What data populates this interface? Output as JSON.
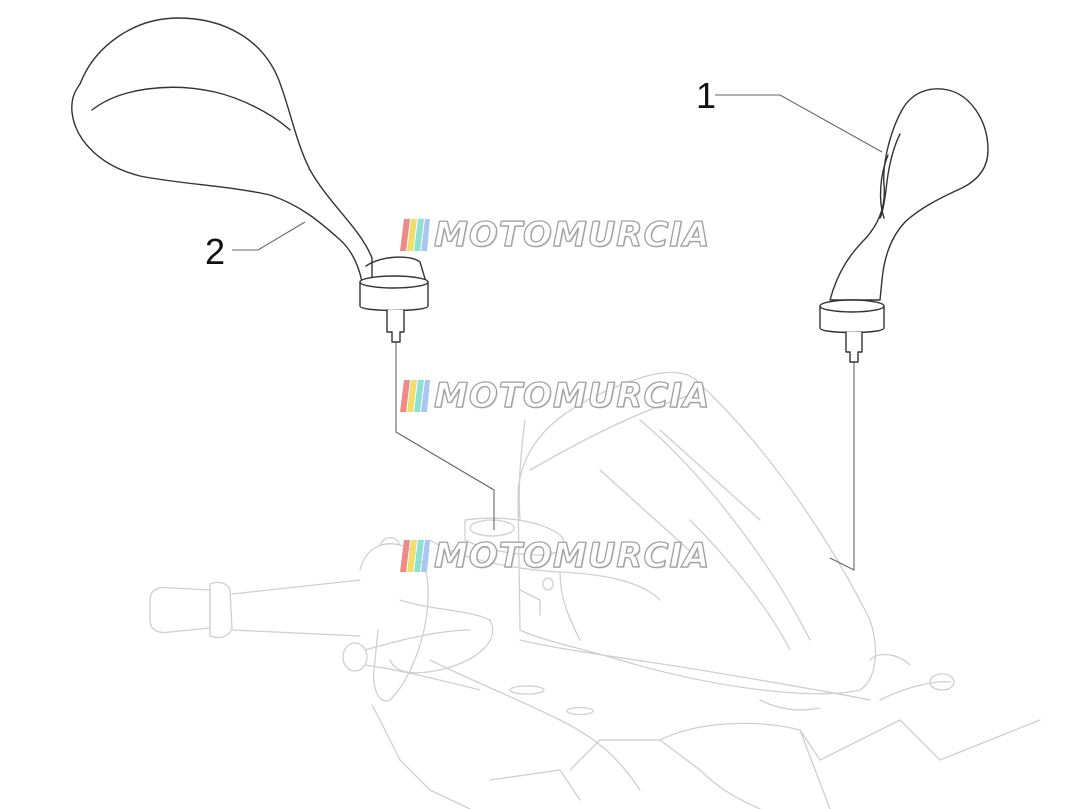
{
  "callouts": {
    "part_1": "1",
    "part_2": "2"
  },
  "watermark": {
    "text": "MOTOMURCIA",
    "stripe_colors": [
      "#f08a8a",
      "#f2dc6a",
      "#8ee0d0",
      "#a7c6f2"
    ]
  },
  "colors": {
    "part_line": "#333333",
    "background_line": "#cfcfcf",
    "leader_line": "#666666"
  }
}
